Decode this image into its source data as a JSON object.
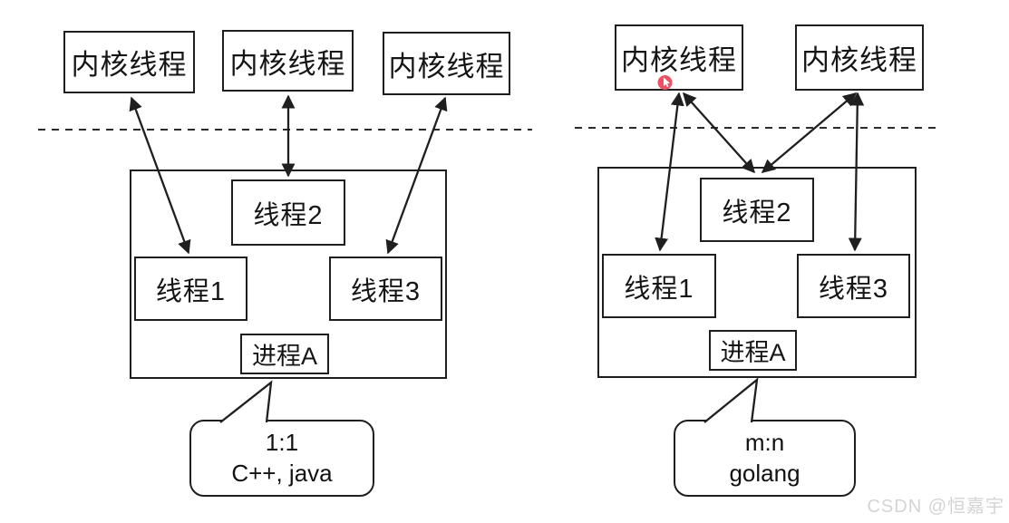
{
  "diagram": {
    "left": {
      "model": "1:1",
      "kernel_threads": [
        "内核线程",
        "内核线程",
        "内核线程"
      ],
      "process": {
        "label": "进程A",
        "threads": {
          "t1": "线程1",
          "t2": "线程2",
          "t3": "线程3"
        }
      },
      "callout": {
        "line1": "1:1",
        "line2": "C++, java"
      }
    },
    "right": {
      "model": "m:n",
      "kernel_threads": [
        "内核线程",
        "内核线程"
      ],
      "process": {
        "label": "进程A",
        "threads": {
          "t1": "线程1",
          "t2": "线程2",
          "t3": "线程3"
        }
      },
      "callout": {
        "line1": "m:n",
        "line2": "golang"
      }
    }
  },
  "watermark": "CSDN @恒嘉宇",
  "colors": {
    "line": "#1f1f1f",
    "background": "#ffffff",
    "cursor_dot": "#ee5164",
    "watermark": "#d4d4d4"
  }
}
